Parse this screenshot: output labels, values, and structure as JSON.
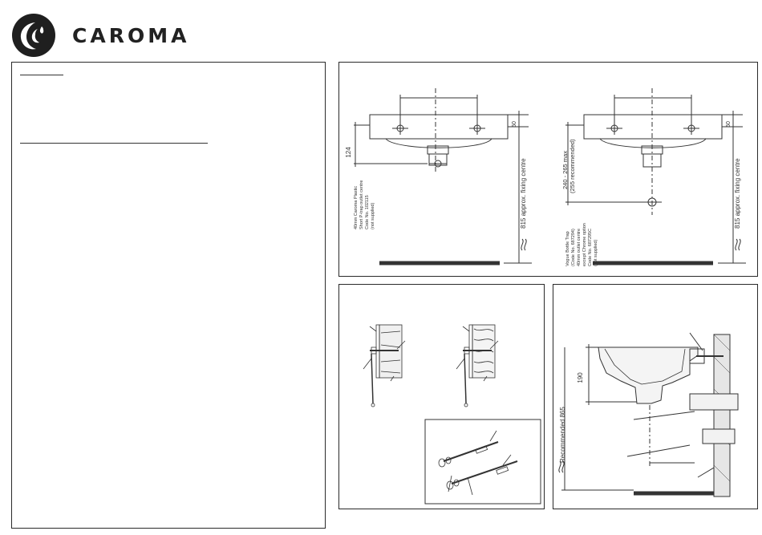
{
  "brand": {
    "name": "CAROMA",
    "logo_icon": "caroma-droplet-icon"
  },
  "diagram_left": {
    "height_label": "124",
    "depth_label": "50",
    "fixing_label": "815 approx. fixing centre",
    "note_lines": [
      "40mm Caroma Plastic",
      "Short P-trap outlet centre",
      "Code No. 102115",
      "(not supplied)"
    ]
  },
  "diagram_right": {
    "height_label_1": "240 - 265 max",
    "height_label_2": "(255 recommended)",
    "depth_label": "50",
    "fixing_label": "815 approx. fixing centre",
    "note_lines": [
      "Vogue Bottle Trap",
      "(Code No. 687294)",
      "40mm outlet centre",
      "except Chrome option",
      "Code No. 687295C",
      "(not supplied)"
    ]
  },
  "side_section": {
    "height_label": "190",
    "recommended_label": "Recommended 865"
  }
}
